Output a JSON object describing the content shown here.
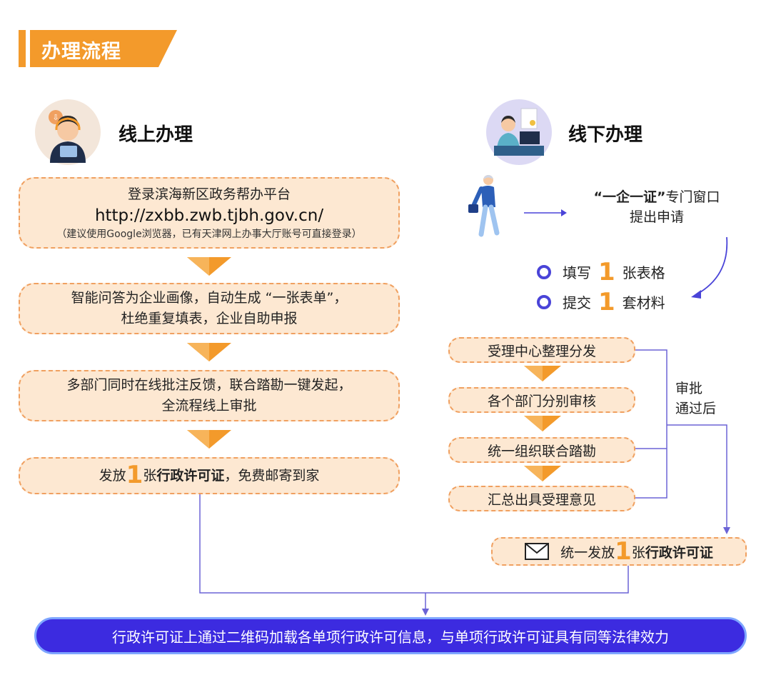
{
  "header": {
    "title": "办理流程"
  },
  "online": {
    "title": "线上办理",
    "step1": {
      "line1": "登录滨海新区政务帮办平台",
      "url": "http://zxbb.zwb.tjbh.gov.cn/",
      "note": "（建议使用Google浏览器，已有天津网上办事大厅账号可直接登录）"
    },
    "step2": {
      "line1": "智能问答为企业画像，自动生成 “一张表单”，",
      "line2": "杜绝重复填表，企业自助申报"
    },
    "step3": {
      "line1": "多部门同时在线批注反馈，联合踏勘一键发起，",
      "line2": "全流程线上审批"
    },
    "step4": {
      "prefix": "发放",
      "number": "1",
      "mid": "张",
      "bold": "行政许可证",
      "suffix": "，免费邮寄到家"
    }
  },
  "offline": {
    "title": "线下办理",
    "window": {
      "quote": "“一企一证”",
      "rest": "专门窗口",
      "line2": "提出申请"
    },
    "fill": {
      "pre": "填写",
      "number": "1",
      "post": "张表格"
    },
    "submit": {
      "pre": "提交",
      "number": "1",
      "post": "套材料"
    },
    "steps": [
      "受理中心整理分发",
      "各个部门分别审核",
      "统一组织联合踏勘",
      "汇总出具受理意见"
    ],
    "approval_note": {
      "line1": "审批",
      "line2": "通过后"
    },
    "issue": {
      "prefix": "统一发放",
      "number": "1",
      "mid": "张",
      "bold": "行政许可证"
    }
  },
  "footer": {
    "text": "行政许可证上通过二维码加载各单项行政许可信息，与单项行政许可证具有同等法律效力"
  },
  "colors": {
    "orange": "#f39a2b",
    "peach": "#fde8d2",
    "blue": "#4a44d8",
    "bar": "#3c2be0"
  }
}
